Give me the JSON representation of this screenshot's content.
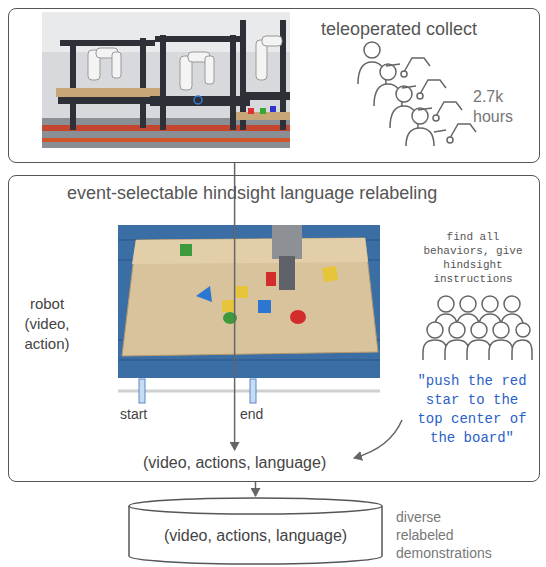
{
  "diagram": {
    "nodes": [
      {
        "text": [
          "teleoperated collect",
          "2.7k hours"
        ]
      },
      {
        "text": [
          "event-selectable hindsight language relabeling",
          "find all behaviors, give hindsight instructions",
          "\"push the red star to the top center of the board\""
        ]
      },
      {
        "text": [
          "(video, actions, language)"
        ],
        "in": 1
      },
      {
        "text": [
          "(video, actions, language)"
        ]
      }
    ],
    "edges": [
      {
        "from": 0,
        "to": 2,
        "label": "robot (video, action)",
        "arrow": "to"
      },
      {
        "from": 1,
        "to": 3,
        "arrow": "to"
      }
    ],
    "labels": [
      "start",
      "end",
      "diverse relabeled demonstrations"
    ]
  }
}
